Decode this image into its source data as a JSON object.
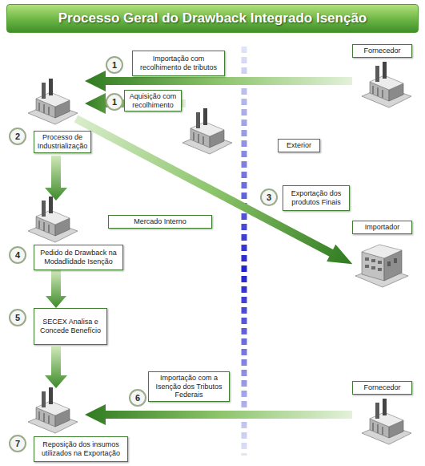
{
  "diagram": {
    "title": "Processo Geral do Drawback Integrado Isenção",
    "nodes": [
      {
        "text": [
          "Fornecedor"
        ]
      },
      {
        "text": [
          "Importação com recolhimento de tributos"
        ]
      },
      {
        "text": [
          "Aquisição com recolhimento"
        ]
      },
      {
        "text": [
          "Processo de Industrialização"
        ]
      },
      {
        "text": [
          "Exterior"
        ]
      },
      {
        "text": [
          "Exportação dos produtos Finais"
        ]
      },
      {
        "text": [
          "Mercado Interno"
        ]
      },
      {
        "text": [
          "Importador"
        ]
      },
      {
        "text": [
          "Pedido de Drawback na Modadlidade Isenção"
        ]
      },
      {
        "text": [
          "SECEX Analisa e Concede Benefício"
        ]
      },
      {
        "text": [
          "Importação com a Isenção dos Tributos Federais"
        ]
      },
      {
        "text": [
          "Fornecedor"
        ]
      },
      {
        "text": [
          "Reposição dos insumos utilizados na Exportação"
        ]
      }
    ],
    "edges": [
      {
        "from": 8,
        "to": 9,
        "arrow": "to"
      }
    ],
    "labels": [
      "1",
      "1",
      "2",
      "3",
      "4",
      "5",
      "6",
      "7"
    ]
  }
}
